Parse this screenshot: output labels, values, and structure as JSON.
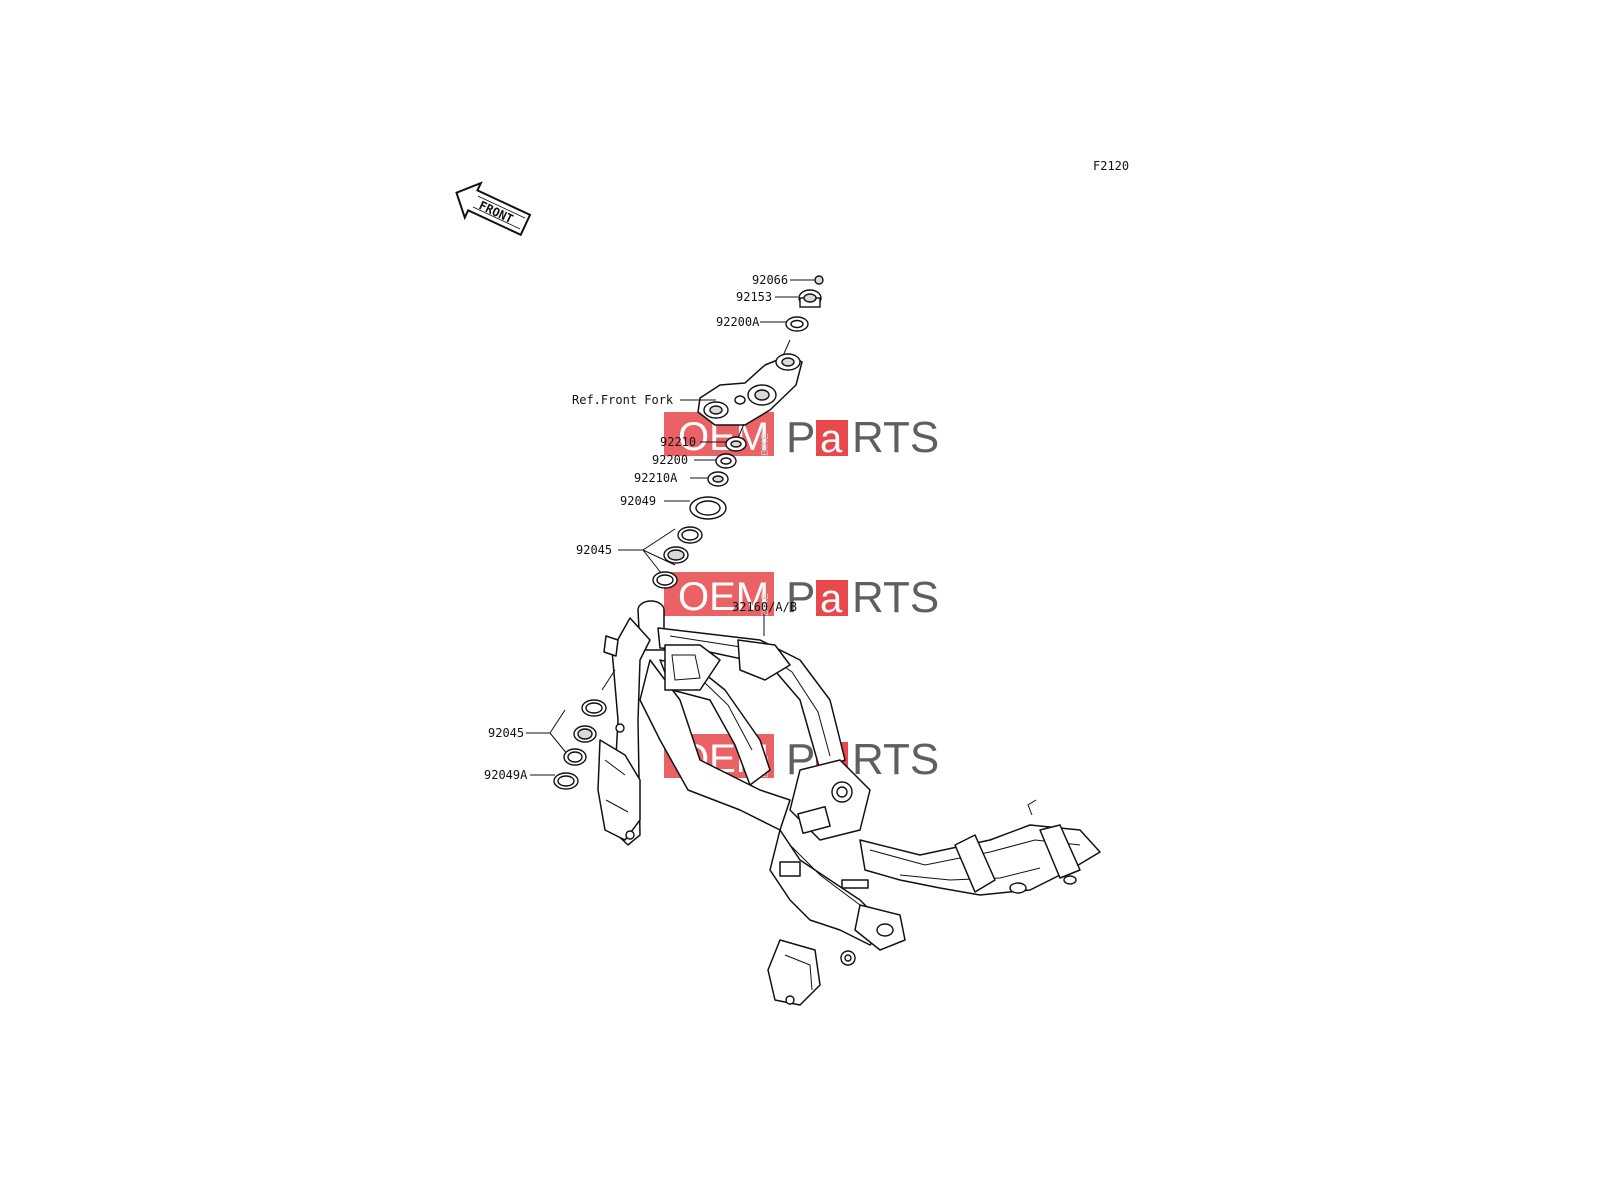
{
  "diagram_code": "F2120",
  "direction_arrow": "FRONT",
  "parts": {
    "p92066": "92066",
    "p92153": "92153",
    "p92200A": "92200A",
    "ref_front_fork": "Ref.Front Fork",
    "p92210": "92210",
    "p92200": "92200",
    "p92210A": "92210A",
    "p92049": "92049",
    "p92045_upper": "92045",
    "p32160": "32160/A/B",
    "p92045_lower": "92045",
    "p92049A": "92049A"
  },
  "watermark": {
    "oem": "OEM",
    "bike": "BIKE",
    "p": "P",
    "a": "a",
    "rts": "RTS",
    "brand_color": "#e8474b",
    "count": 3
  }
}
